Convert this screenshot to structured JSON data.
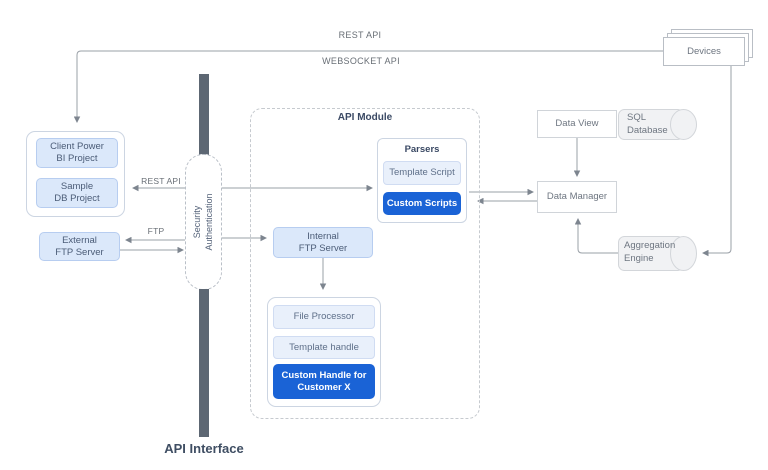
{
  "diagram": {
    "edge_labels": {
      "rest_api_top": "REST API",
      "websocket_api": "WEBSOCKET API",
      "rest_api_inner": "REST API",
      "ftp": "FTP"
    },
    "titles": {
      "api_module": "API Module",
      "parsers": "Parsers",
      "api_interface": "API Interface"
    },
    "nodes": {
      "devices": {
        "label": "Devices"
      },
      "client_power_bi_project": {
        "label": "Client Power\nBI Project"
      },
      "sample_db_project": {
        "label": "Sample\nDB Project"
      },
      "external_ftp_server": {
        "label": "External\nFTP Server"
      },
      "security_authentication": {
        "label": "Security\nAuthentication"
      },
      "internal_ftp_server": {
        "label": "Internal\nFTP Server"
      },
      "template_script": {
        "label": "Template Script"
      },
      "custom_scripts": {
        "label": "Custom Scripts"
      },
      "file_processor": {
        "label": "File Processor"
      },
      "template_handle": {
        "label": "Template handle"
      },
      "custom_handle_for_customer_x": {
        "label": "Custom Handle for\nCustomer X"
      },
      "data_view": {
        "label": "Data View"
      },
      "sql_database": {
        "label": "SQL\nDatabase"
      },
      "data_manager": {
        "label": "Data Manager"
      },
      "aggregation_engine": {
        "label": "Aggregation\nEngine"
      }
    },
    "colors": {
      "accent_blue": "#1a63d6",
      "node_blue_fill": "#dbe8fa",
      "node_light_blue_fill": "#e9f0fb",
      "security_bar_gray": "#5d6773",
      "connector_gray": "#9aa0a7"
    }
  }
}
